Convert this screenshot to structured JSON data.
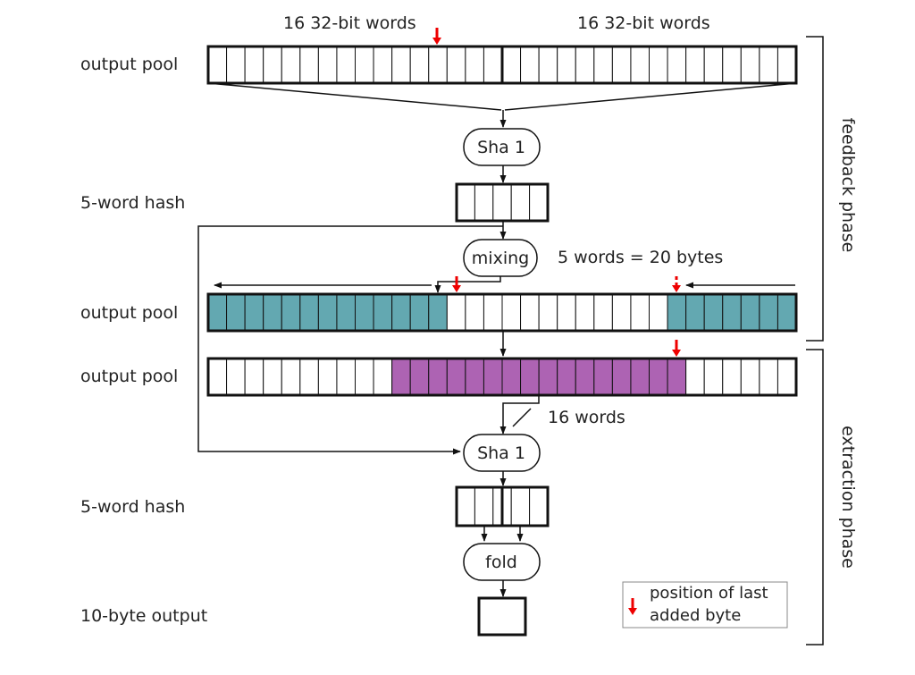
{
  "labels": {
    "output_pool_1": "output pool",
    "hash_1": "5-word hash",
    "output_pool_2": "output pool",
    "output_pool_3": "output pool",
    "hash_2": "5-word hash",
    "output": "10-byte output"
  },
  "top_labels": {
    "left_words": "16 32-bit words",
    "right_words": "16 32-bit words"
  },
  "nodes": {
    "sha1_top": "Sha 1",
    "mixing": "mixing",
    "sha1_bottom": "Sha 1",
    "fold": "fold"
  },
  "annotations": {
    "mixing_size": "5 words = 20 bytes",
    "extract_size": "16 words"
  },
  "phases": {
    "feedback": "feedback phase",
    "extraction": "extraction phase"
  },
  "legend": {
    "line1": "position of last",
    "line2": "added byte"
  },
  "colors": {
    "teal": "#63a8b1",
    "purple": "#ad63b3",
    "marker": "#ee0000",
    "stroke": "#111111"
  }
}
